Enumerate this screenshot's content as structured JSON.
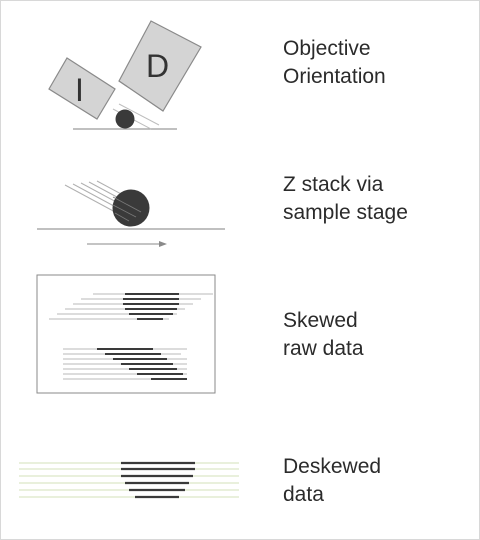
{
  "panels": [
    {
      "id": "objective-orientation",
      "label_lines": [
        "Objective",
        "Orientation"
      ]
    },
    {
      "id": "z-stack",
      "label_lines": [
        "Z stack via",
        "sample stage"
      ]
    },
    {
      "id": "skewed-raw-data",
      "label_lines": [
        "Skewed",
        "raw data"
      ]
    },
    {
      "id": "deskewed-data",
      "label_lines": [
        "Deskewed",
        "data"
      ]
    }
  ],
  "objectives": {
    "illumination_letter": "I",
    "detection_letter": "D"
  },
  "colors": {
    "objective_fill": "#d4d4d4",
    "objective_stroke": "#8a8a8a",
    "sample": "#3a3a3a",
    "thin_line": "#9a9a9a",
    "light_sheet_lines": "#d9e8c0",
    "text": "#2b2b2b"
  }
}
